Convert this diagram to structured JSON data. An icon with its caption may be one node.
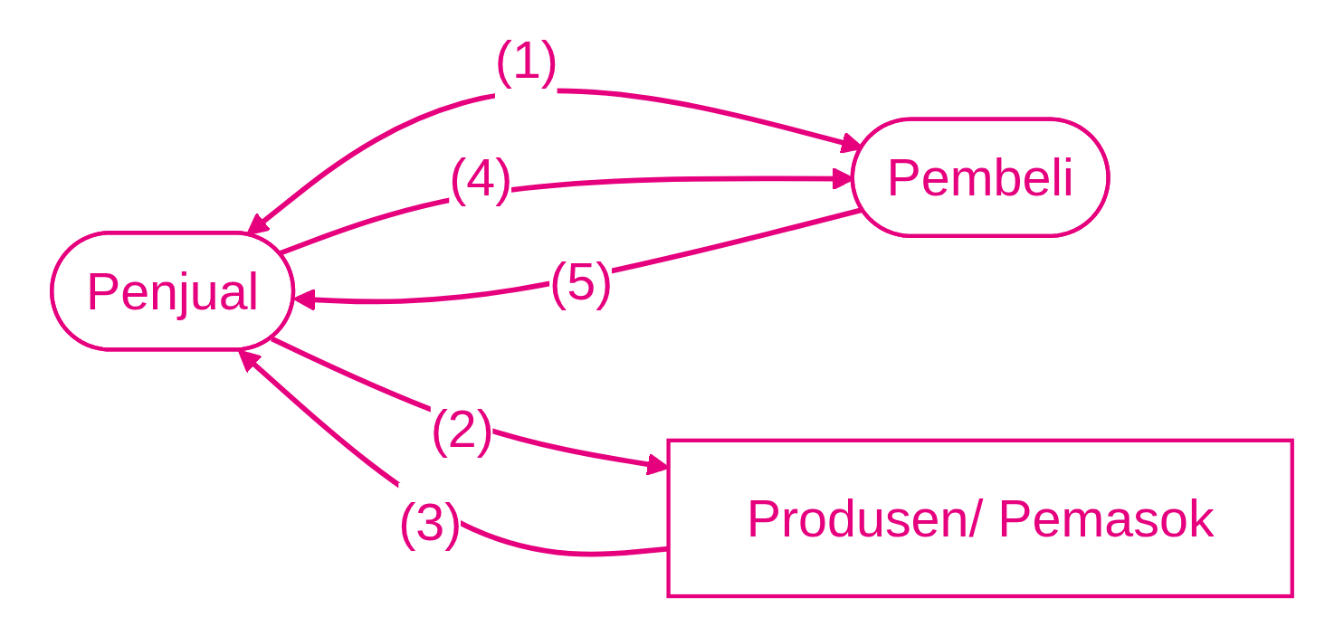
{
  "diagram": {
    "nodes": [
      {
        "text": [
          "Penjual"
        ]
      },
      {
        "text": [
          "Pembeli"
        ]
      },
      {
        "text": [
          "Produsen/ Pemasok"
        ]
      }
    ],
    "edges": [
      {
        "from": 0,
        "to": 1,
        "arrow": "both",
        "label": "(1)"
      },
      {
        "from": 0,
        "to": 2,
        "arrow": "to",
        "label": "(2)"
      },
      {
        "from": 2,
        "to": 0,
        "arrow": "to",
        "label": "(3)"
      },
      {
        "from": 0,
        "to": 1,
        "arrow": "to",
        "label": "(4)"
      },
      {
        "from": 1,
        "to": 0,
        "arrow": "to",
        "label": "(5)"
      }
    ]
  }
}
